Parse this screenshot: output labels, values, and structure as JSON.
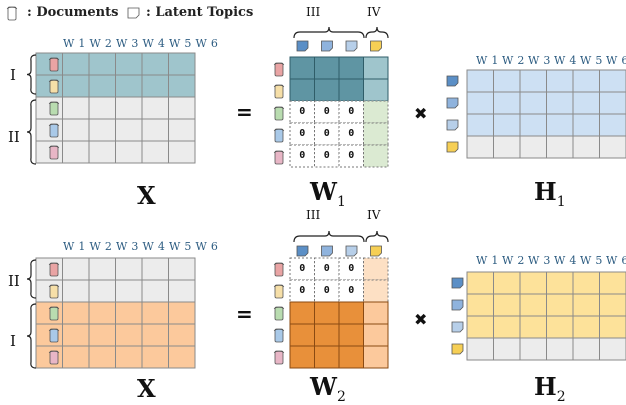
{
  "legend": {
    "documents": ": Documents",
    "latent_topics": ": Latent Topics"
  },
  "word_headers": [
    "W 1",
    "W 2",
    "W 3",
    "W 4",
    "W 5",
    "W 6"
  ],
  "top": {
    "row_group_1": "I",
    "row_group_2": "II",
    "matrix_x": "X",
    "matrix_w": "W",
    "w_sub": "1",
    "matrix_h": "H",
    "h_sub": "1",
    "brace_3": "III",
    "brace_4": "IV",
    "equals": "=",
    "times": "✖",
    "zero": "0"
  },
  "bottom": {
    "row_group_1": "II",
    "row_group_2": "I",
    "matrix_x": "X",
    "matrix_w": "W",
    "w_sub": "2",
    "matrix_h": "H",
    "h_sub": "2",
    "brace_3": "III",
    "brace_4": "IV",
    "equals": "=",
    "times": "✖",
    "zero": "0"
  },
  "colors": {
    "teal": "#9fc5cc",
    "teal_dark": "#5f95a3",
    "grey": "#ececec",
    "blue_light": "#cde0f3",
    "orange_light": "#fcc99c",
    "orange_dark": "#e8903a",
    "orange_pale": "#fde0c4",
    "yellow_light": "#fde29a",
    "green_pale": "#dbead2",
    "doc_red": "#e9a4a4",
    "doc_yellow": "#f6dfa8",
    "doc_green": "#b9dcb0",
    "doc_blue": "#a9c9e8",
    "doc_pink": "#e8b6c6",
    "topic_blue": "#5b8fc6",
    "topic_mid": "#8fb3dd",
    "topic_light": "#b7cfe9",
    "topic_yellow": "#f6cf55"
  }
}
